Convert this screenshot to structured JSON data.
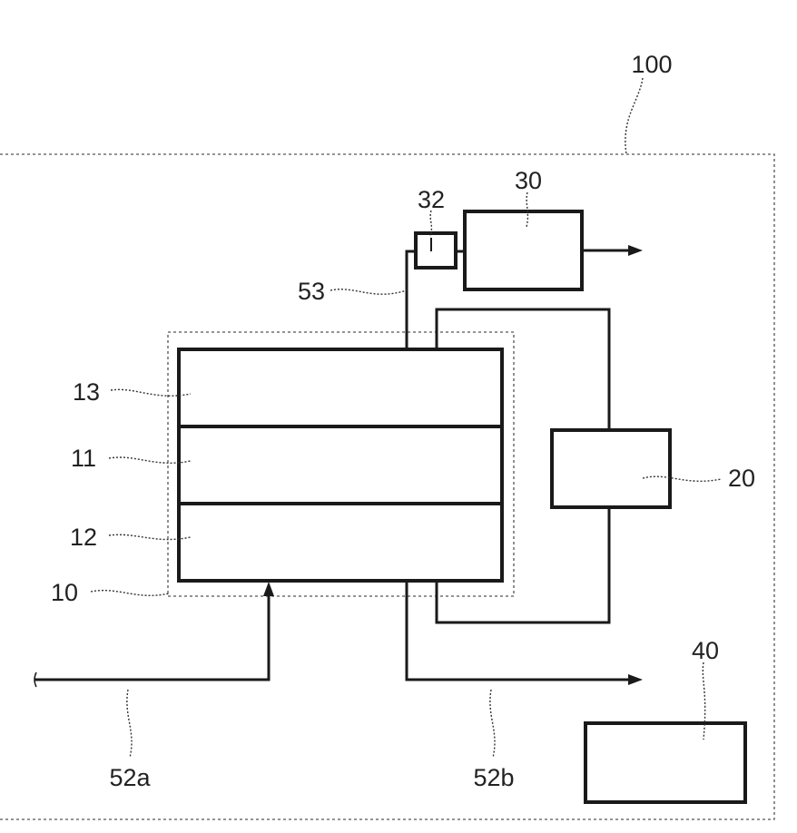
{
  "labels": {
    "system": "100",
    "unit": "10",
    "layer_top": "13",
    "layer_middle": "11",
    "layer_bottom": "12",
    "component_20": "20",
    "component_30": "30",
    "component_32": "32",
    "component_40": "40",
    "line_53": "53",
    "line_52a": "52a",
    "line_52b": "52b"
  },
  "colors": {
    "line": "#1a1a1a",
    "dashed": "#555555",
    "background": "#ffffff"
  }
}
